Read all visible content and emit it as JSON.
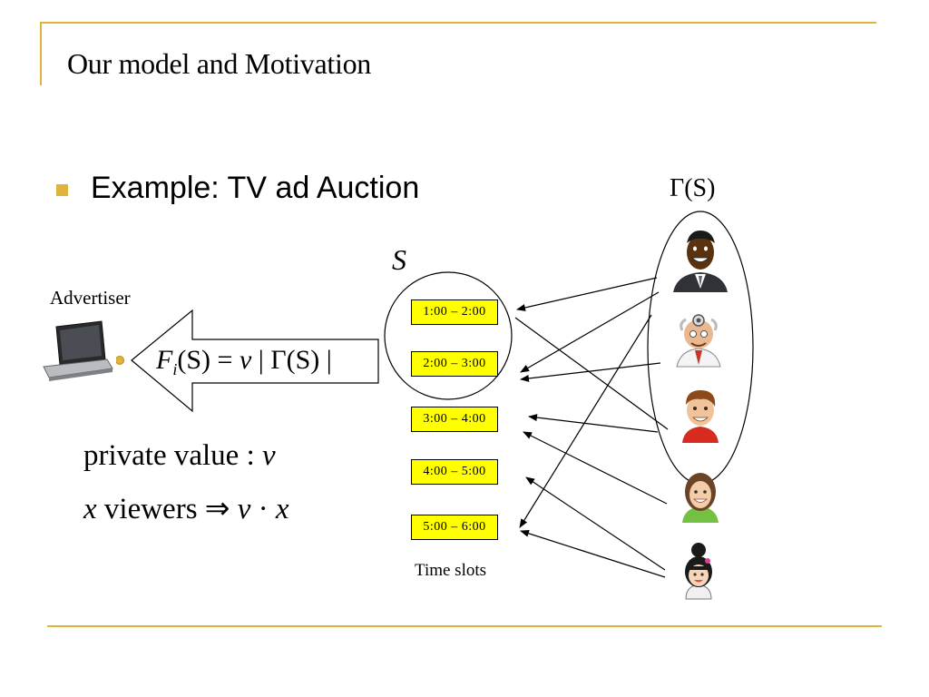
{
  "slide": {
    "title": "Our model and Motivation",
    "bullet": "Example: TV ad Auction",
    "accent_color": "#e0b33a"
  },
  "diagram": {
    "set_label": "S",
    "gamma_label": "Γ(S)",
    "advertiser_label": "Advertiser",
    "formula": {
      "lhs_f": "F",
      "lhs_sub": "i",
      "lhs_arg": "(S)",
      "equals": " = ",
      "v": "v",
      "rhs": " | Γ(S) |"
    },
    "private_value": {
      "text": "private value : ",
      "var": "v"
    },
    "viewers": {
      "var_x": "x",
      "text": " viewers ⇒ ",
      "var_v": "v",
      "dot": " · ",
      "var_x2": "x"
    },
    "time_slots_label": "Time slots",
    "slots": [
      "1:00 – 2:00",
      "2:00 – 3:00",
      "3:00 – 4:00",
      "4:00 – 5:00",
      "5:00 – 6:00"
    ],
    "slot_color": "#ffff00",
    "viewer_icons": [
      "man-viewer-icon",
      "doctor-viewer-icon",
      "boy-viewer-icon",
      "woman-viewer-icon",
      "girl-viewer-icon"
    ],
    "advertiser_icon": "laptop-icon"
  }
}
